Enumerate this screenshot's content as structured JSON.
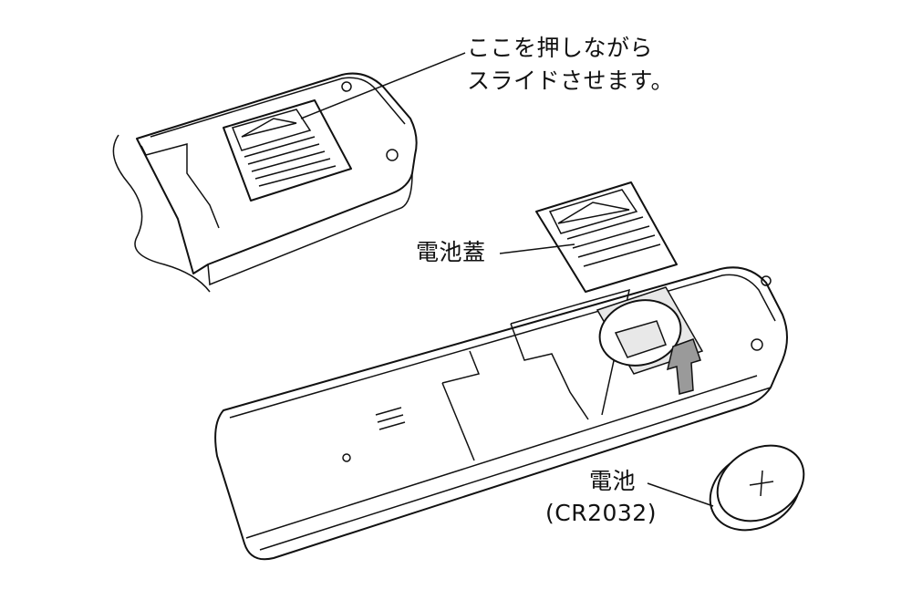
{
  "labels": {
    "slide_line1": "ここを押しながら",
    "slide_line2": "スライドさせます。",
    "battery_cover": "電池蓋",
    "battery": "電池",
    "battery_model": "(CR2032)"
  },
  "colors": {
    "line": "#111111",
    "arrow": "#9a9a9a",
    "background": "#ffffff"
  }
}
